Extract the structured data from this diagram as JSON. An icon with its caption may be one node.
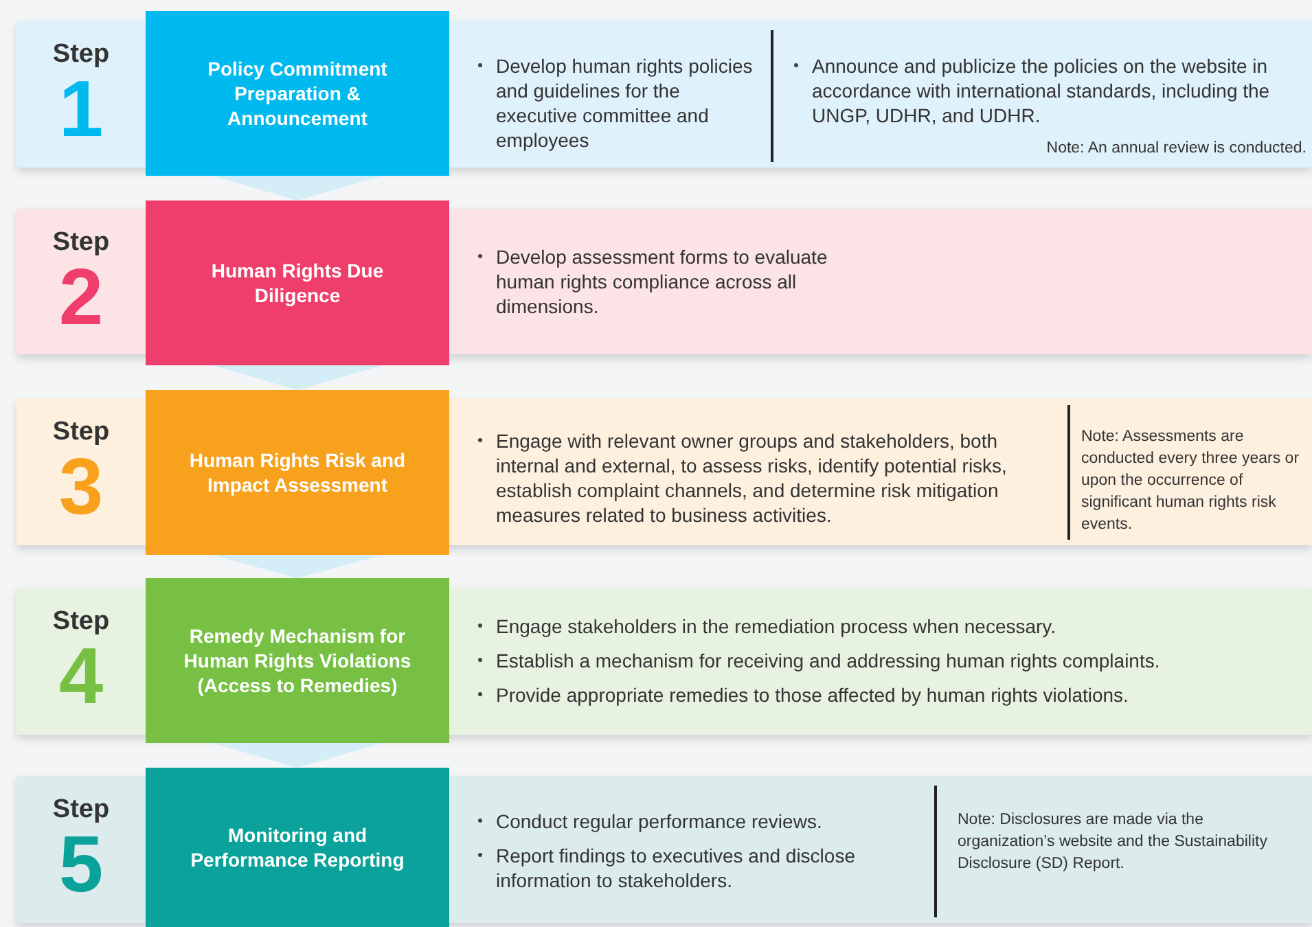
{
  "diagram": {
    "nodes": [
      {
        "text": [
          "Step",
          "1",
          "Develop human rights policies and guidelines for the executive committee and employees",
          "Announce and publicize the policies on the website in accordance with international standards, including the UNGP, UDHR, and UDHR.",
          "Note: An annual review is conducted."
        ]
      },
      {
        "text": [
          "Policy Commitment Preparation & Announcement"
        ],
        "in": 0
      },
      {
        "text": [
          "Step",
          "2",
          "Develop assessment forms to evaluate human rights compliance across all dimensions."
        ]
      },
      {
        "text": [
          "Human Rights Due Diligence"
        ],
        "in": 2
      },
      {
        "text": [
          "Step",
          "3",
          "Engage with relevant owner groups and stakeholders, both internal and external, to assess risks, identify potential risks, establish complaint channels, and determine risk mitigation measures related to business activities.",
          "Note: Assessments are conducted every three years or upon the occurrence of significant human rights risk events."
        ]
      },
      {
        "text": [
          "Human Rights Risk and Impact Assessment"
        ],
        "in": 4
      },
      {
        "text": [
          "Step",
          "4",
          "Engage stakeholders in the remediation process when necessary.",
          "Establish a mechanism for receiving and addressing human rights complaints.",
          "Provide appropriate remedies to those affected by human rights violations."
        ]
      },
      {
        "text": [
          "Remedy Mechanism for Human Rights Violations (Access to Remedies)"
        ],
        "in": 6
      },
      {
        "text": [
          "Step",
          "5",
          "Conduct regular performance reviews.",
          "Report findings to executives and disclose information to stakeholders.",
          "Note: Disclosures are made via the organization’s website and the Sustainability Disclosure (SD) Report."
        ]
      },
      {
        "text": [
          "Monitoring and Performance Reporting"
        ],
        "in": 8
      }
    ],
    "edges": [
      {
        "from": 1,
        "to": 3,
        "arrow": "to"
      },
      {
        "from": 3,
        "to": 5,
        "arrow": "to"
      },
      {
        "from": 5,
        "to": 7,
        "arrow": "to"
      },
      {
        "from": 7,
        "to": 9,
        "arrow": "to"
      }
    ]
  }
}
